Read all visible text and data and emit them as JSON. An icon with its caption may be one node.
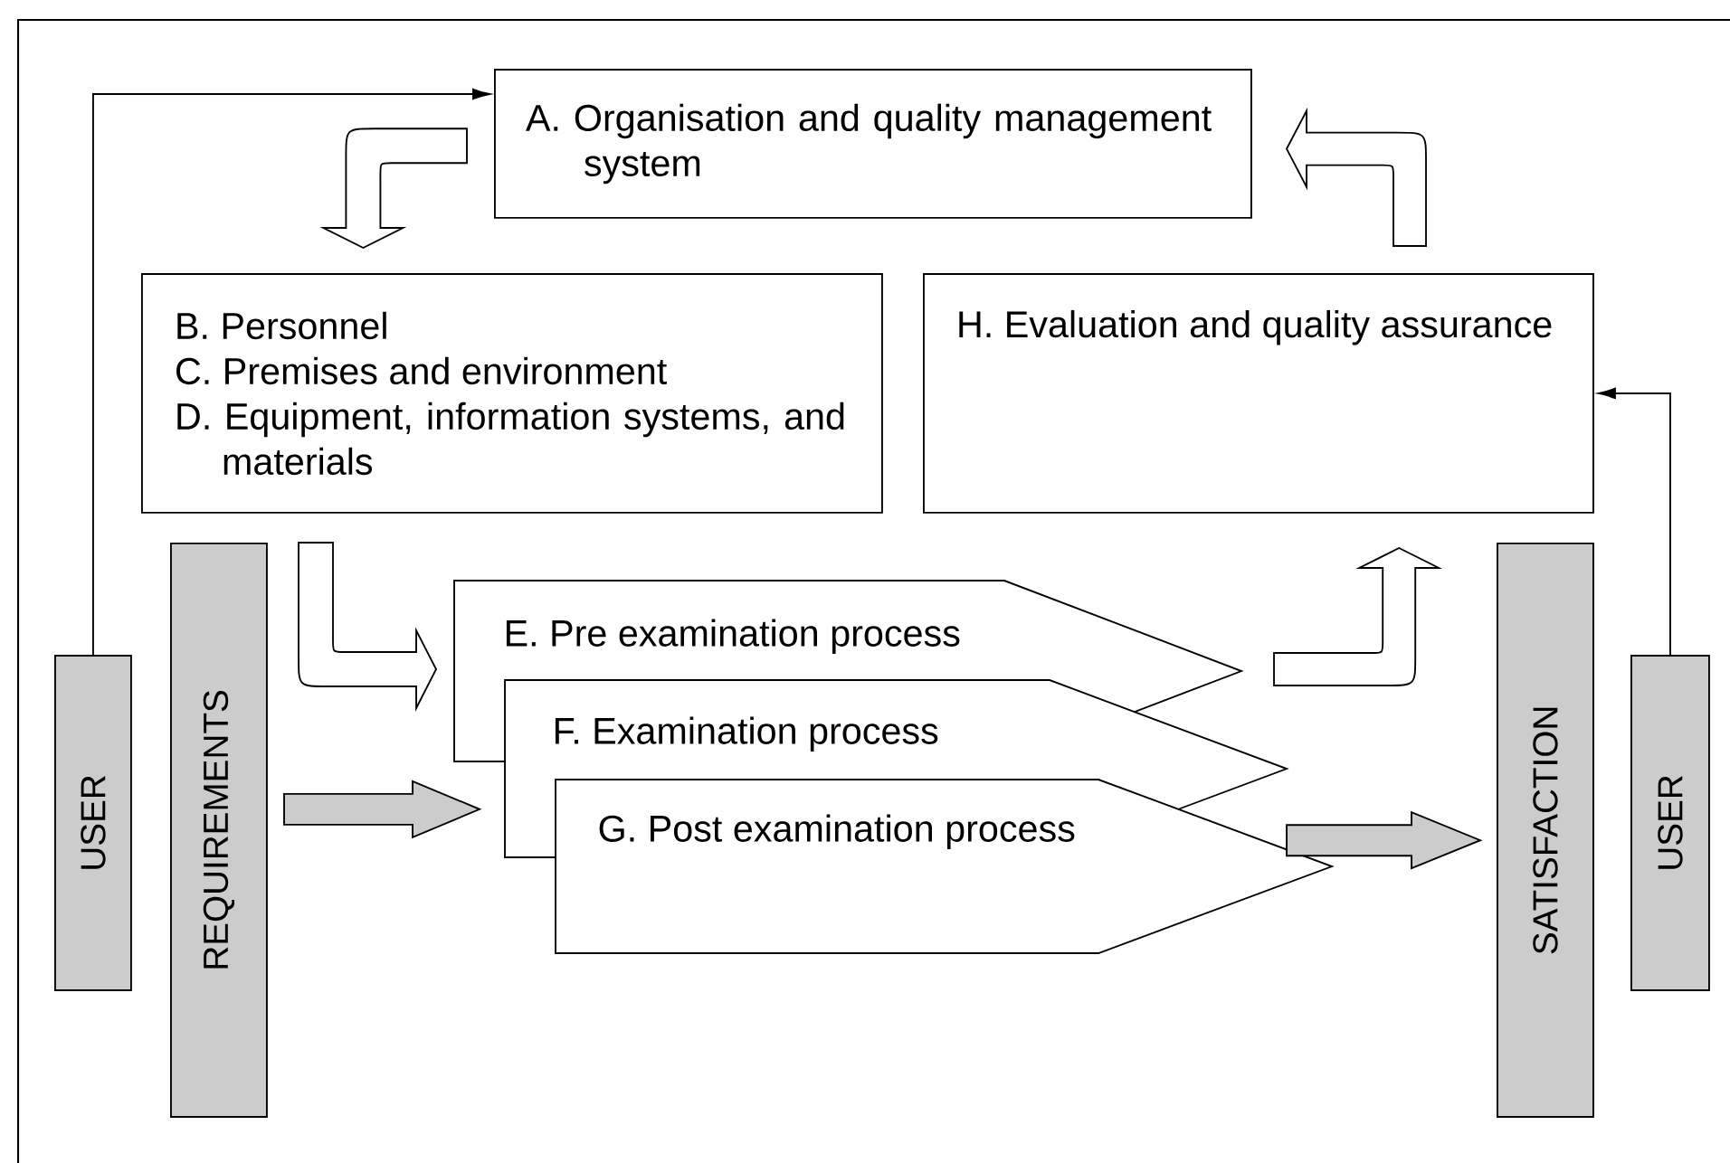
{
  "diagram": {
    "nodes": [
      {
        "text": [
          "A. Organisation and quality management system"
        ]
      },
      {
        "text": [
          "B. Personnel",
          "C. Premises and environment",
          "D. Equipment, information systems, and materials"
        ]
      },
      {
        "text": [
          "H. Evaluation and quality assurance"
        ]
      },
      {
        "text": [
          "USER"
        ]
      },
      {
        "text": [
          "REQUIREMENTS"
        ]
      },
      {
        "text": [
          "E. Pre examination process"
        ]
      },
      {
        "text": [
          "F. Examination process"
        ]
      },
      {
        "text": [
          "G. Post examination process"
        ]
      },
      {
        "text": [
          "SATISFACTION"
        ]
      },
      {
        "text": [
          "USER"
        ]
      }
    ],
    "edges": [
      {
        "from": 3,
        "to": 0,
        "arrow": "to"
      },
      {
        "from": 0,
        "to": 1,
        "arrow": "to"
      },
      {
        "from": 2,
        "to": 0,
        "arrow": "to"
      },
      {
        "from": 1,
        "to": 5,
        "arrow": "to"
      },
      {
        "from": 5,
        "to": 2,
        "arrow": "to"
      },
      {
        "from": 4,
        "to": 6,
        "arrow": "to"
      },
      {
        "from": 7,
        "to": 8,
        "arrow": "to"
      },
      {
        "from": 9,
        "to": 2,
        "arrow": "to"
      }
    ]
  }
}
